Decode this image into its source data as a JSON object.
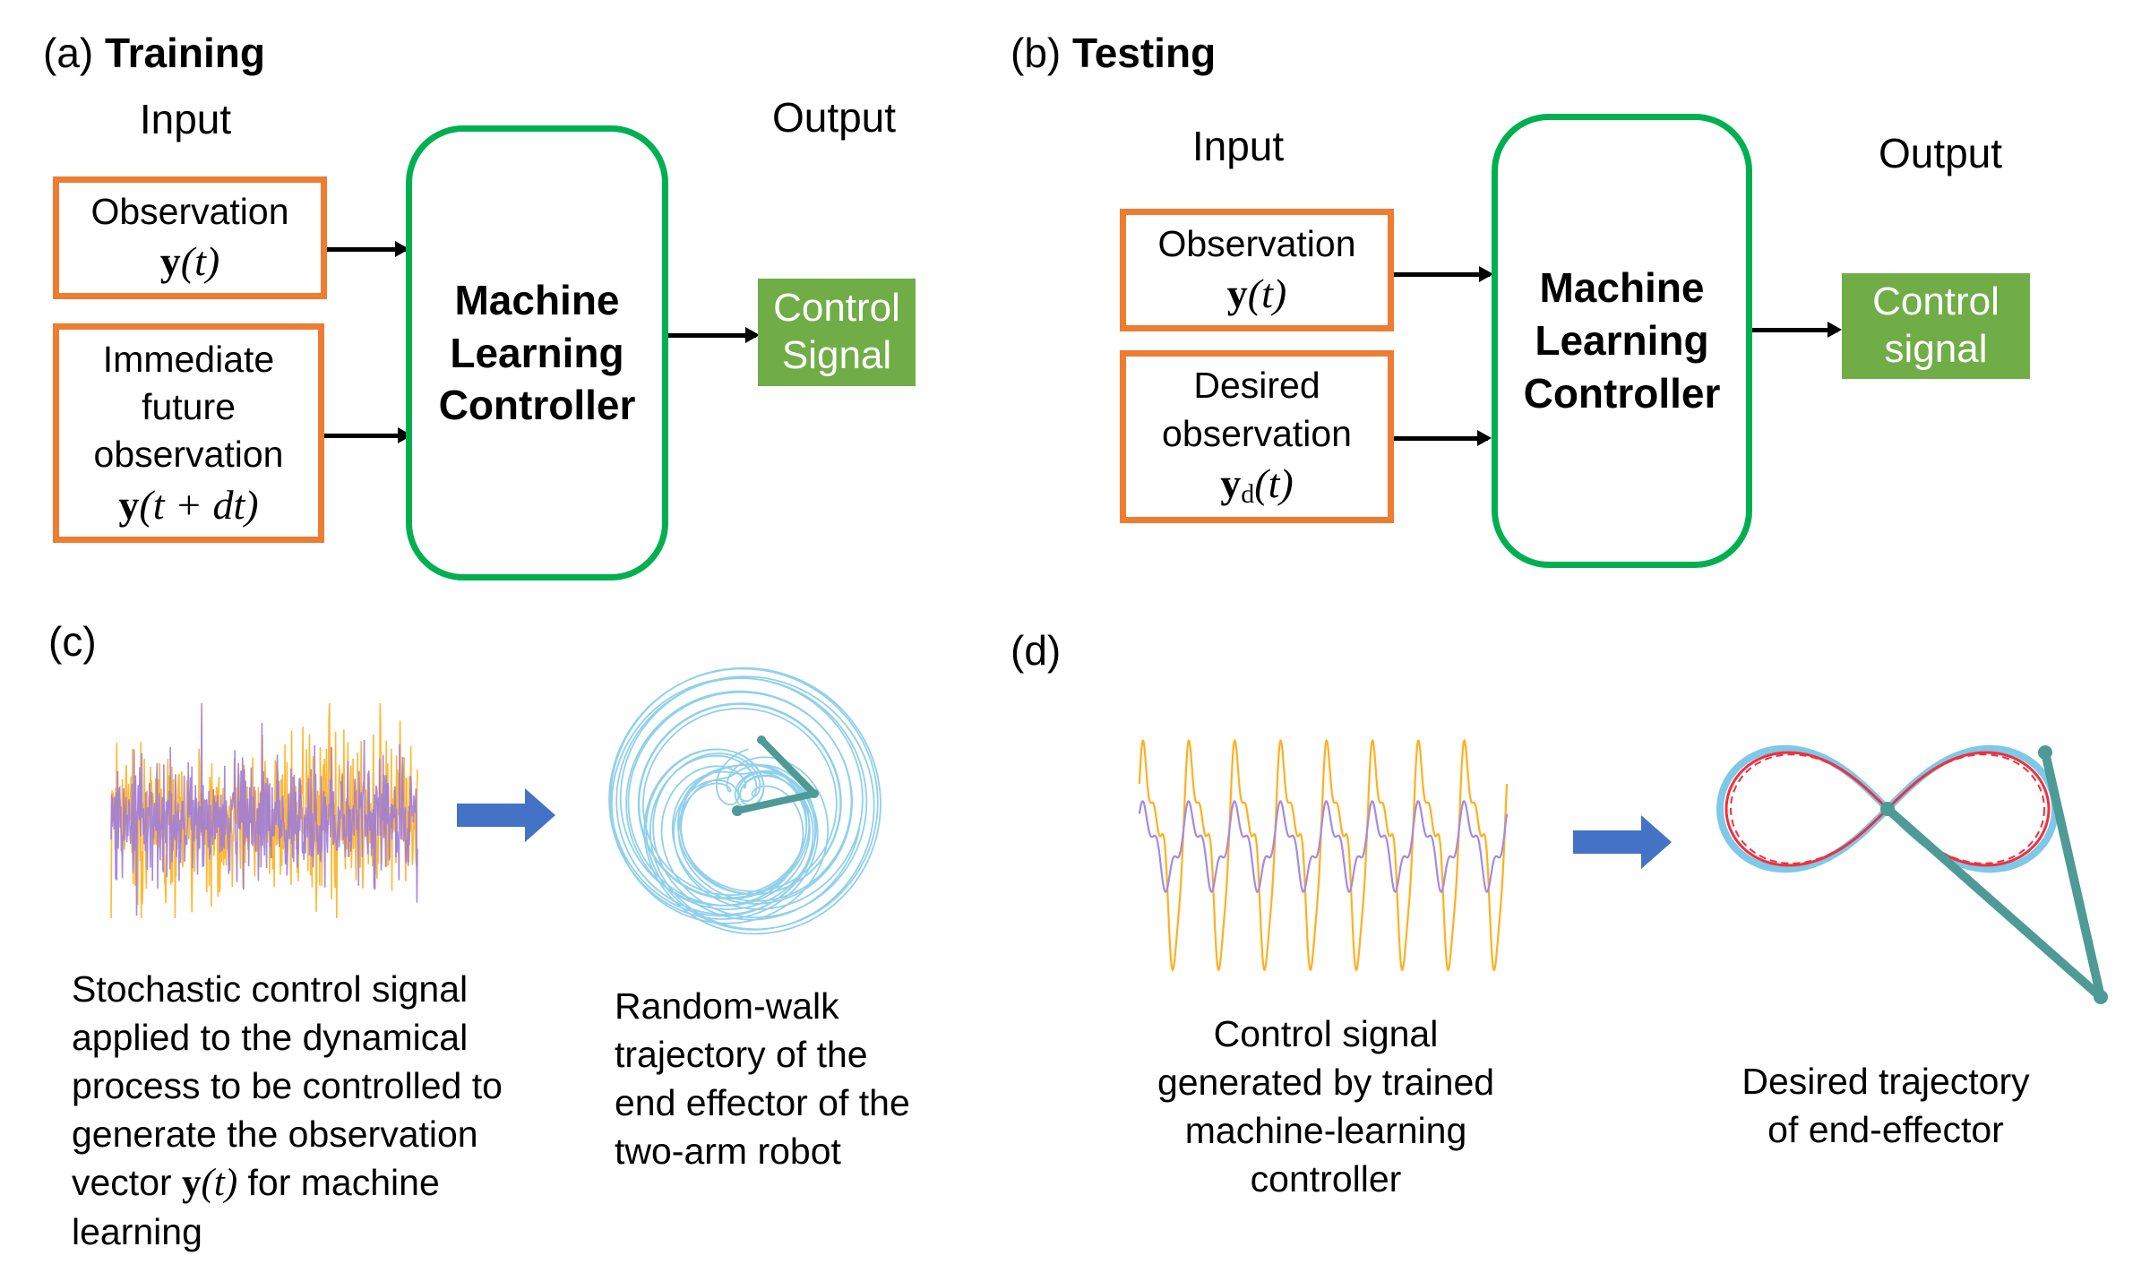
{
  "panel_a": {
    "prefix": "(a)",
    "title": "Training",
    "input_label": "Input",
    "output_label": "Output",
    "inputs": [
      {
        "lines": [
          "Observation"
        ],
        "math": {
          "symbol": "y",
          "sub": "",
          "arg": "(t)"
        }
      },
      {
        "lines": [
          "Immediate",
          "future",
          "observation"
        ],
        "math": {
          "symbol": "y",
          "sub": "",
          "arg": "(t + dt)"
        }
      }
    ],
    "controller_lines": [
      "Machine",
      "Learning",
      "Controller"
    ],
    "output_lines": [
      "Control",
      "Signal"
    ]
  },
  "panel_b": {
    "prefix": "(b)",
    "title": "Testing",
    "input_label": "Input",
    "output_label": "Output",
    "inputs": [
      {
        "lines": [
          "Observation"
        ],
        "math": {
          "symbol": "y",
          "sub": "",
          "arg": "(t)"
        }
      },
      {
        "lines": [
          "Desired",
          "observation"
        ],
        "math": {
          "symbol": "y",
          "sub": "d",
          "arg": "(t)"
        }
      }
    ],
    "controller_lines": [
      "Machine",
      "Learning",
      "Controller"
    ],
    "output_lines": [
      "Control",
      "signal"
    ]
  },
  "panel_c": {
    "prefix": "(c)",
    "signal_caption": [
      "Stochastic control signal",
      "applied to the dynamical",
      "process to be controlled to",
      "generate the observation",
      "vector y(t) for machine",
      "learning"
    ],
    "signal_caption_math": {
      "before": "vector ",
      "symbol": "y",
      "arg": "(t)",
      "after": " for machine"
    },
    "trajectory_caption": [
      "Random-walk",
      "trajectory of the",
      "end effector of the",
      "two-arm robot"
    ],
    "signal_series": [
      {
        "name": "control-signal-1",
        "color": "#FFB020",
        "kind": "stochastic"
      },
      {
        "name": "control-signal-2",
        "color": "#A07CD8",
        "kind": "stochastic"
      }
    ],
    "trajectory_color": "#7EC8E8",
    "arm_color": "#4E9A96"
  },
  "panel_d": {
    "prefix": "(d)",
    "signal_caption": [
      "Control signal",
      "generated by trained",
      "machine-learning",
      "controller"
    ],
    "trajectory_caption": [
      "Desired trajectory",
      "of end-effector"
    ],
    "signal_series": [
      {
        "name": "control-signal-1",
        "color": "#FFB020",
        "cycles": 8
      },
      {
        "name": "control-signal-2",
        "color": "#A58AE0",
        "cycles": 8
      }
    ],
    "trajectory_series": [
      {
        "name": "desired-trajectory",
        "color": "#7EC8E8",
        "style": "solid-thick"
      },
      {
        "name": "actual-trajectory",
        "color": "#F0303C",
        "style": "solid"
      },
      {
        "name": "reference-trajectory",
        "color": "#F0303C",
        "style": "dashed"
      }
    ],
    "arm_color": "#4E9A96"
  },
  "colors": {
    "input_border": "#ED7D31",
    "controller_border": "#00B050",
    "output_fill": "#70AD47",
    "process_arrow": "#4472C4"
  }
}
